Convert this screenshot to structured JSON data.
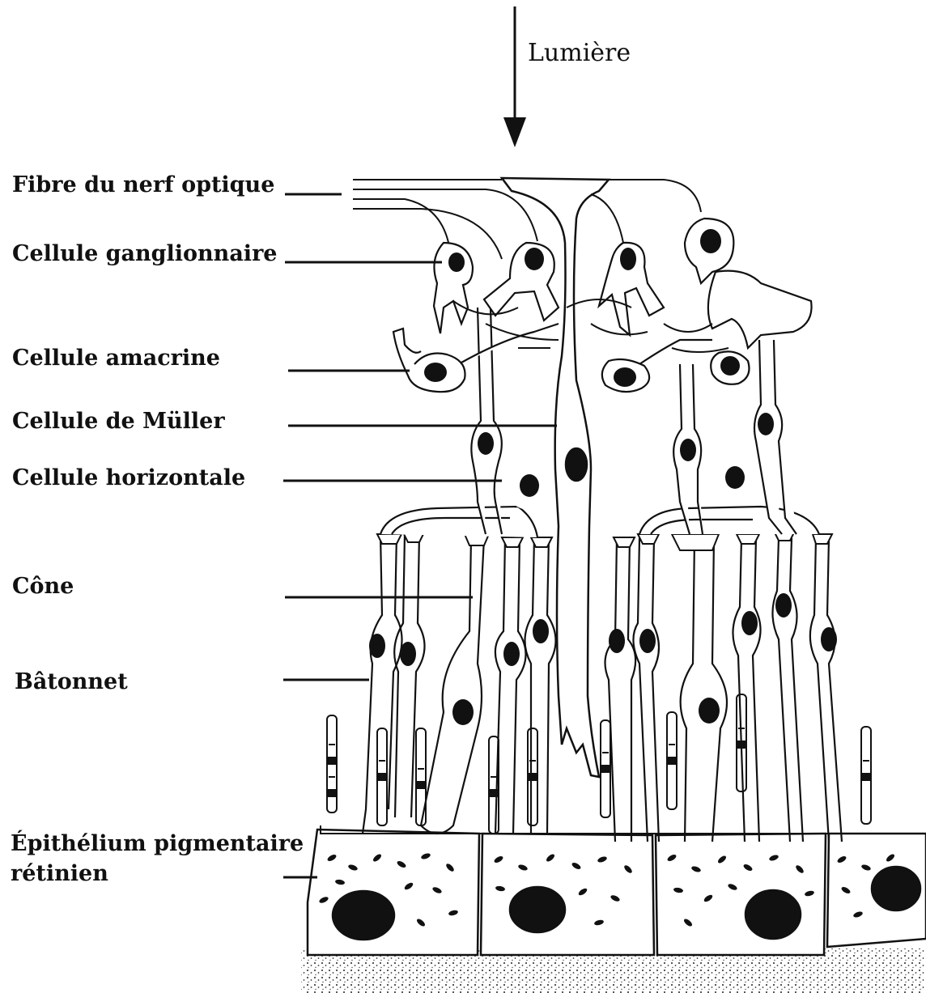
{
  "light": {
    "label": "Lumière"
  },
  "labels": {
    "optic_fiber": "Fibre du  nerf optique",
    "ganglion": "Cellule ganglionnaire",
    "amacrine": "Cellule amacrine",
    "muller": "Cellule de Müller",
    "horizontal": "Cellule horizontale",
    "cone": "Cône",
    "rod": "Bâtonnet",
    "rpe_line1": "Épithélium pigmentaire",
    "rpe_line2": "rétinien"
  },
  "colors": {
    "ink": "#111111",
    "paper": "#ffffff"
  }
}
